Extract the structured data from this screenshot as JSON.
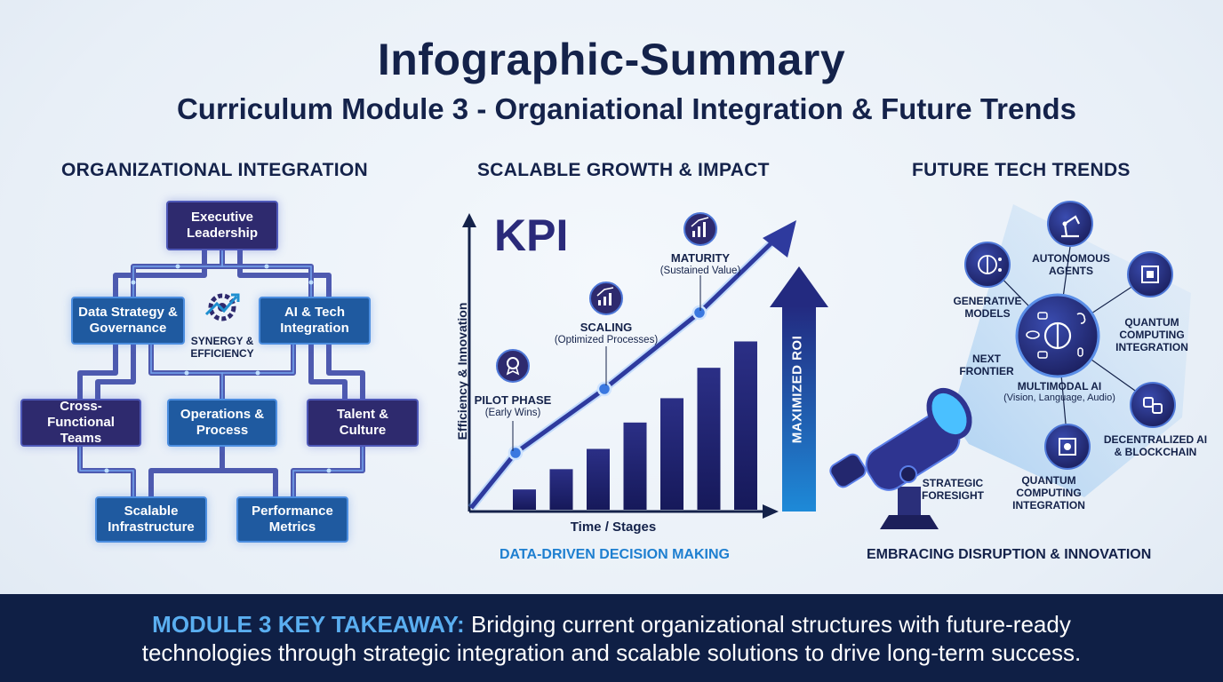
{
  "header": {
    "title": "Infographic-Summary",
    "subtitle": "Curriculum Module 3 - Organiational Integration & Future Trends"
  },
  "org": {
    "section_title": "ORGANIZATIONAL INTEGRATION",
    "executive": "Executive Leadership",
    "data_strategy": "Data Strategy & Governance",
    "ai_tech": "AI & Tech Integration",
    "synergy": "SYNERGY & EFFICIENCY",
    "cross_functional": "Cross-Functional Teams",
    "operations": "Operations & Process",
    "talent": "Talent & Culture",
    "infrastructure": "Scalable Infrastructure",
    "metrics": "Performance Metrics"
  },
  "growth": {
    "section_title": "SCALABLE GROWTH & IMPACT",
    "kpi": "KPI",
    "pilot_title": "PILOT PHASE",
    "pilot_sub": "(Early Wins)",
    "scaling_title": "SCALING",
    "scaling_sub": "(Optimized Processes)",
    "maturity_title": "MATURITY",
    "maturity_sub": "(Sustained Value)",
    "roi_label": "MAXIMIZED ROI",
    "footnote": "DATA-DRIVEN DECISION MAKING"
  },
  "chart_data": {
    "type": "bar",
    "xlabel": "Time / Stages",
    "ylabel": "Efficiency & Innovation",
    "values": [
      1,
      2,
      3,
      4.3,
      5.5,
      7,
      8.3
    ],
    "trend": [
      1.5,
      3,
      5.5,
      9.5
    ],
    "ylim": [
      0,
      12
    ]
  },
  "trends": {
    "section_title": "FUTURE TECH TRENDS",
    "autonomous": "AUTONOMOUS AGENTS",
    "generative": "GENERATIVE MODELS",
    "quantum_top": "QUANTUM COMPUTING INTEGRATION",
    "next_frontier": "NEXT FRONTIER",
    "multimodal_title": "MULTIMODAL AI",
    "multimodal_sub": "(Vision, Language, Audio)",
    "decentralized": "DECENTRALIZED AI & BLOCKCHAIN",
    "quantum_bottom": "QUANTUM COMPUTING INTEGRATION",
    "foresight": "STRATEGIC FORESIGHT",
    "footnote": "EMBRACING DISRUPTION & INNOVATION"
  },
  "footer": {
    "key_label": "MODULE 3 KEY TAKEAWAY:",
    "text_line1": " Bridging current organizational structures with future-ready",
    "text_line2": "technologies through strategic integration and scalable solutions to drive long-term success."
  },
  "colors": {
    "navy": "#14224a",
    "box_dark": "#2e2a6e",
    "box_blue": "#1f5aa0",
    "accent_blue": "#1e7fd0",
    "footer_bg": "#0f1f45"
  }
}
